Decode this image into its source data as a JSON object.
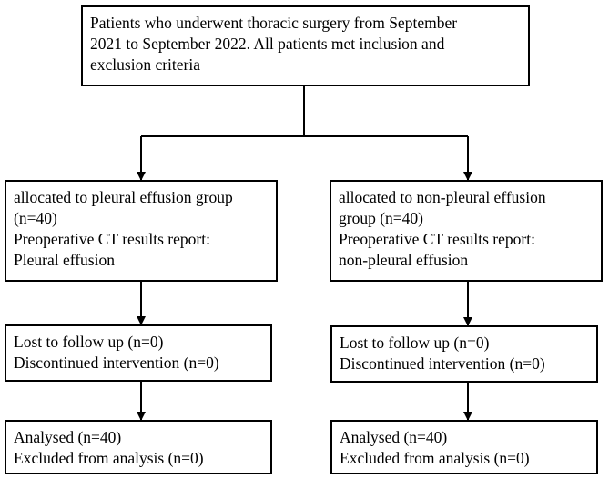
{
  "top_box": {
    "lines": [
      "Patients who underwent  thoracic surgery from September",
      "2021 to September 2022. All patients met inclusion and",
      "exclusion criteria"
    ]
  },
  "left": {
    "allocation": {
      "lines": [
        "allocated to pleural effusion group",
        "(n=40)",
        "Preoperative CT results report:",
        "Pleural effusion"
      ]
    },
    "follow_up": {
      "lines": [
        "Lost to follow up (n=0)",
        "Discontinued intervention (n=0)"
      ]
    },
    "analysis": {
      "lines": [
        "Analysed (n=40)",
        "Excluded from analysis (n=0)"
      ]
    }
  },
  "right": {
    "allocation": {
      "lines": [
        "allocated to non-pleural effusion",
        "group (n=40)",
        "Preoperative CT results report:",
        "non-pleural effusion"
      ]
    },
    "follow_up": {
      "lines": [
        "Lost to follow up (n=0)",
        "Discontinued intervention (n=0)"
      ]
    },
    "analysis": {
      "lines": [
        "Analysed (n=40)",
        "Excluded from analysis (n=0)"
      ]
    }
  },
  "colors": {
    "stroke": "#000000",
    "background": "#ffffff"
  }
}
